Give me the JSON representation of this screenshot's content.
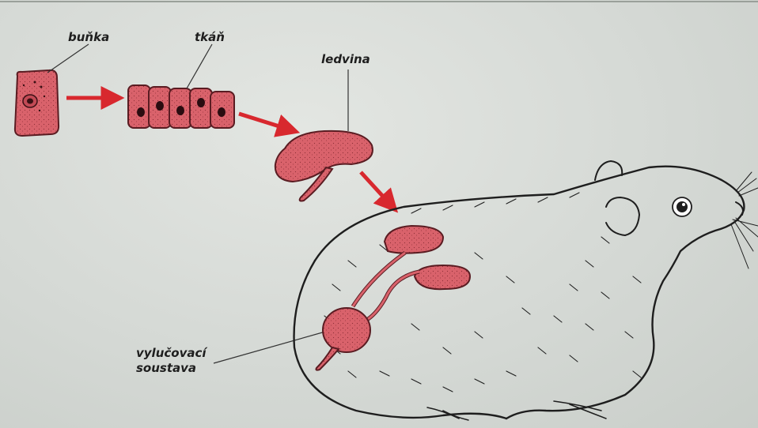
{
  "labels": {
    "cell": "buňka",
    "tissue": "tkáň",
    "kidney": "ledvina",
    "system_line1": "vylučovací",
    "system_line2": "soustava"
  },
  "colors": {
    "organ_fill": "#d9626b",
    "organ_stroke": "#5a1c22",
    "arrow": "#d8282e",
    "ink": "#1e1e1e"
  }
}
